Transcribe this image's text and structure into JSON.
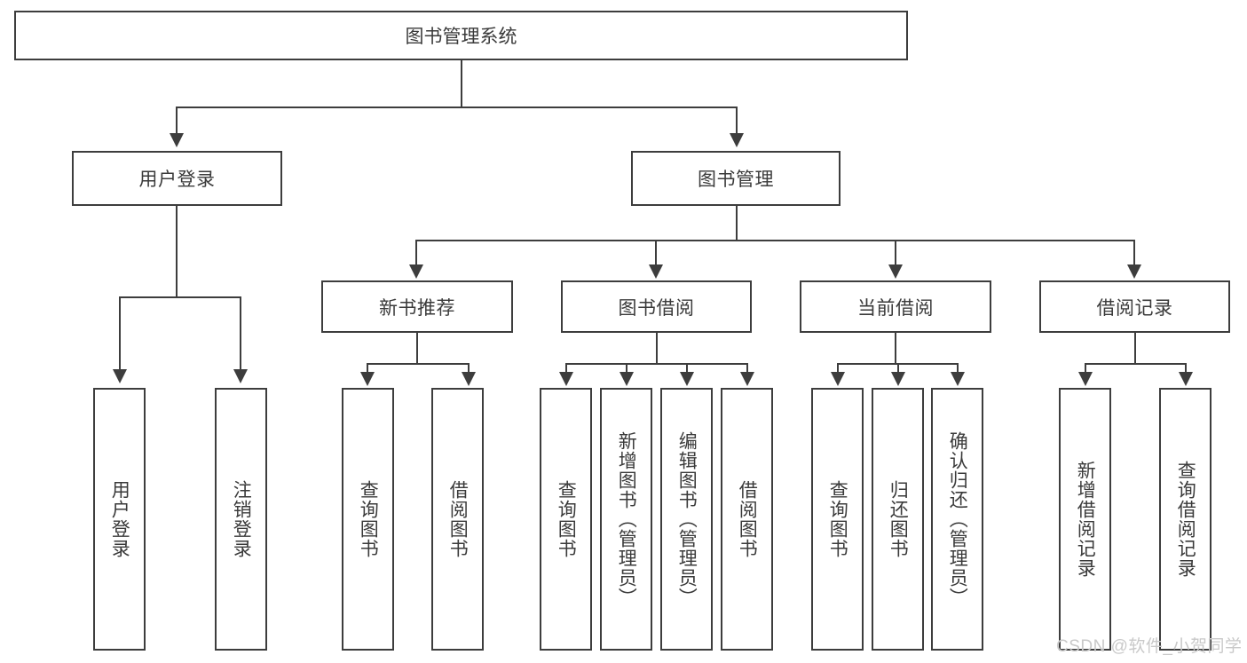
{
  "diagram": {
    "type": "tree-hierarchy",
    "title": "图书管理系统",
    "root": {
      "label": "图书管理系统"
    },
    "level2": [
      {
        "label": "用户登录"
      },
      {
        "label": "图书管理"
      }
    ],
    "level3": [
      {
        "label": "新书推荐"
      },
      {
        "label": "图书借阅"
      },
      {
        "label": "当前借阅"
      },
      {
        "label": "借阅记录"
      }
    ],
    "leaves": {
      "user_login": [
        {
          "label": "用户登录"
        },
        {
          "label": "注销登录"
        }
      ],
      "new_book_recommend": [
        {
          "label": "查询图书"
        },
        {
          "label": "借阅图书"
        }
      ],
      "book_borrow": [
        {
          "label": "查询图书"
        },
        {
          "label": "新增图书（管理员）"
        },
        {
          "label": "编辑图书（管理员）"
        },
        {
          "label": "借阅图书"
        }
      ],
      "current_borrow": [
        {
          "label": "查询图书"
        },
        {
          "label": "归还图书"
        },
        {
          "label": "确认归还（管理员）"
        }
      ],
      "borrow_record": [
        {
          "label": "新增借阅记录"
        },
        {
          "label": "查询借阅记录"
        }
      ]
    },
    "watermark": "CSDN @软件_小贺同学",
    "colors": {
      "stroke": "#3d3d3d",
      "text": "#3a3a3a",
      "background": "#ffffff",
      "watermark": "#c9c9c9"
    }
  }
}
